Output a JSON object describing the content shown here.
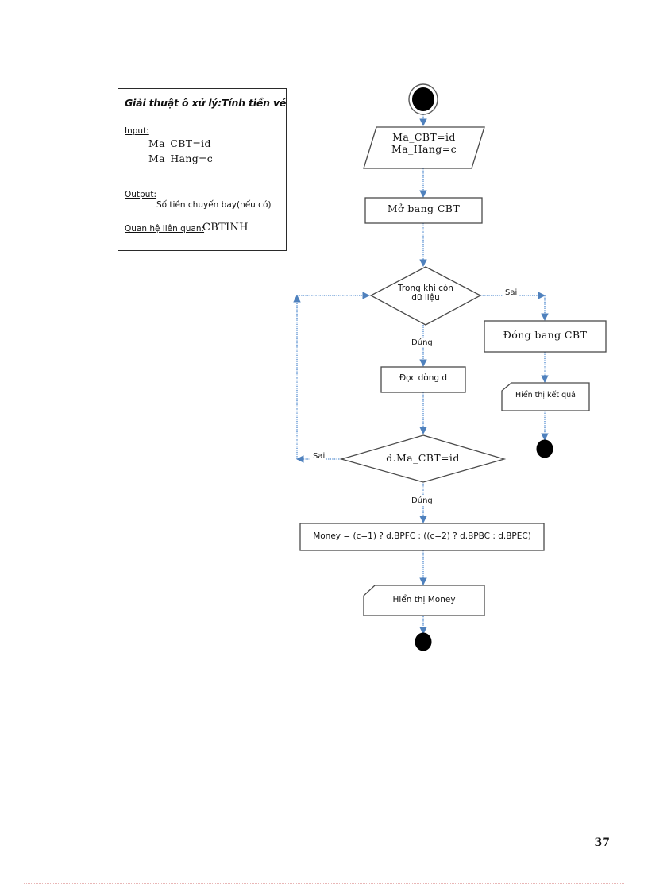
{
  "page": {
    "number": "37",
    "background_color": "#ffffff"
  },
  "spec_box": {
    "title": "Giải thuật ô xử lý:Tính tiền vé",
    "input_label": "Input:",
    "input_values": [
      "Ma_CBT=id",
      "Ma_Hang=c"
    ],
    "output_label": "Output:",
    "output_values": [
      "Số tiền chuyến bay(nếu có)"
    ],
    "relation_label": "Quan hệ liên quan:",
    "relation_value": "CBTINH"
  },
  "flowchart": {
    "type": "flowchart",
    "node_stroke": "#4a4a4a",
    "edge_color": "#4f81bd",
    "terminal_fill": "#000000",
    "nodes": [
      {
        "id": "start",
        "shape": "start-circle",
        "label": ""
      },
      {
        "id": "input",
        "shape": "parallelogram",
        "label": "Ma_CBT=id\nMa_Hang=c"
      },
      {
        "id": "open-table",
        "shape": "process",
        "label": "Mở bang CBT"
      },
      {
        "id": "while",
        "shape": "decision",
        "label": "Trong khi còn\ndữ liệu"
      },
      {
        "id": "read-row",
        "shape": "process",
        "label": "Đọc dòng d"
      },
      {
        "id": "close-table",
        "shape": "process",
        "label": "Đóng bang CBT"
      },
      {
        "id": "show-result",
        "shape": "display",
        "label": "Hiển thị kết quả"
      },
      {
        "id": "end-right",
        "shape": "end-circle",
        "label": ""
      },
      {
        "id": "check-id",
        "shape": "decision",
        "label": "d.Ma_CBT=id"
      },
      {
        "id": "money",
        "shape": "process",
        "label": "Money = (c=1) ? d.BPFC : ((c=2) ? d.BPBC : d.BPEC)"
      },
      {
        "id": "show-money",
        "shape": "display",
        "label": "Hiển thị Money"
      },
      {
        "id": "end-bottom",
        "shape": "end-circle",
        "label": ""
      }
    ],
    "edges": [
      {
        "from": "start",
        "to": "input",
        "label": ""
      },
      {
        "from": "input",
        "to": "open-table",
        "label": ""
      },
      {
        "from": "open-table",
        "to": "while",
        "label": ""
      },
      {
        "from": "while",
        "to": "read-row",
        "label": "Đúng"
      },
      {
        "from": "while",
        "to": "close-table",
        "label": "Sai"
      },
      {
        "from": "close-table",
        "to": "show-result",
        "label": ""
      },
      {
        "from": "show-result",
        "to": "end-right",
        "label": ""
      },
      {
        "from": "read-row",
        "to": "check-id",
        "label": ""
      },
      {
        "from": "check-id",
        "to": "money",
        "label": "Đúng"
      },
      {
        "from": "check-id",
        "to": "while",
        "label": "Sai"
      },
      {
        "from": "money",
        "to": "show-money",
        "label": ""
      },
      {
        "from": "show-money",
        "to": "end-bottom",
        "label": ""
      }
    ]
  }
}
